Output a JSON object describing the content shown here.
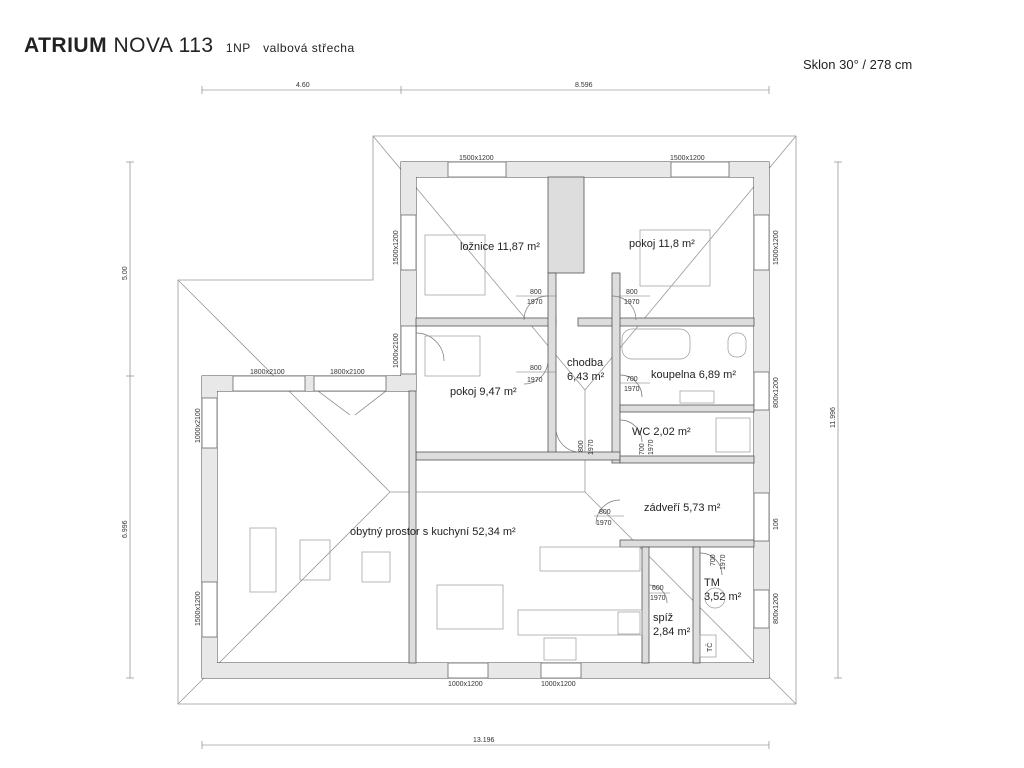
{
  "header": {
    "brand": "ATRIUM",
    "model": "NOVA 113",
    "floor": "1NP",
    "roof_type": "valbová střecha",
    "slope": "Sklon 30° / 278 cm"
  },
  "dimensions": {
    "top_left": "4.60",
    "top_right": "8.596",
    "left_upper": "5.00",
    "left_lower": "6.996",
    "right_total": "11.996",
    "bottom_total": "13.196",
    "right_small": "106"
  },
  "rooms": {
    "loznice": "ložnice 11,87 m²",
    "pokoj1": "pokoj 11,8 m²",
    "chodba_name": "chodba",
    "chodba_area": "6,43 m²",
    "pokoj2": "pokoj 9,47 m²",
    "koupelna": "koupelna 6,89 m²",
    "wc": "WC 2,02 m²",
    "zadveri": "zádveří 5,73 m²",
    "obytny": "obytný prostor s kuchyní 52,34 m²",
    "tm_name": "TM",
    "tm_area": "3,52 m²",
    "spiz_name": "spíž",
    "spiz_area": "2,84 m²",
    "tc": "TČ"
  },
  "windows": {
    "w1": "1500x1200",
    "w2": "1500x1200",
    "w3": "1500x1200",
    "w4": "1500x1200",
    "w5": "1800x2100",
    "w6": "1800x2100",
    "w7": "1000x2100",
    "w8": "1000x2100",
    "w9": "800x1200",
    "w10": "1500x1200",
    "w11": "1000x1200",
    "w12": "1000x1200",
    "w13": "800x1200"
  },
  "doors": {
    "d_loz_w": "800",
    "d_loz_h": "1970",
    "d_pok1_w": "800",
    "d_pok1_h": "1970",
    "d_pok2_w": "800",
    "d_pok2_h": "1970",
    "d_koup_w": "700",
    "d_koup_h": "1970",
    "d_wc_w": "700",
    "d_wc_h": "1970",
    "d_chod_w": "800",
    "d_chod_h": "1970",
    "d_zad_w": "800",
    "d_zad_h": "1970",
    "d_spiz_w": "600",
    "d_spiz_h": "1970",
    "d_tm_w": "700",
    "d_tm_h": "1970"
  }
}
